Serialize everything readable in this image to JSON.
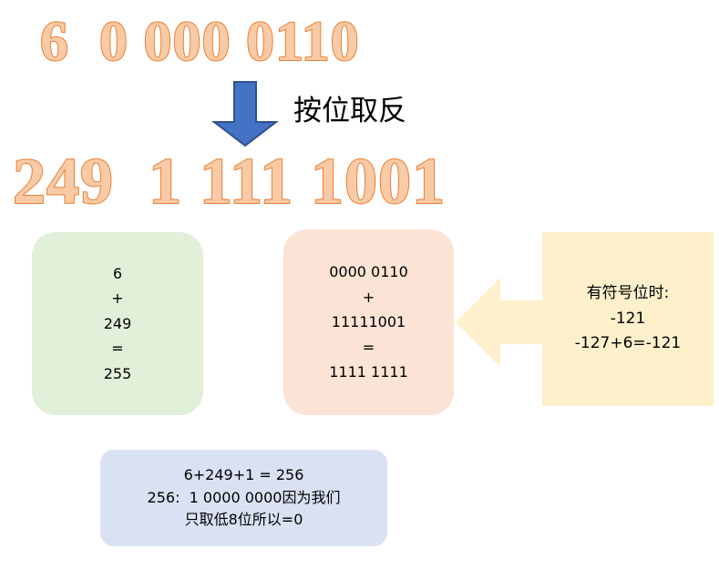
{
  "headline": {
    "original": "6  0 000 0110",
    "inverted": "249  1 111 1001",
    "fill_color": "#F8CBA6",
    "outline_color": "#ED7D31"
  },
  "invert_step": {
    "arrow_icon": "down-arrow-icon",
    "arrow_color": "#4472C4",
    "caption": "按位取反"
  },
  "boxes": {
    "decimal_sum": {
      "background": "#E2EFD9",
      "lines": [
        "6",
        "+",
        "249",
        "=",
        "255"
      ]
    },
    "binary_sum": {
      "background": "#FBE3D5",
      "lines": [
        "0000 0110",
        "+",
        "11111001",
        "=",
        "1111 1111"
      ]
    },
    "signed_note": {
      "background": "#FFF0CC",
      "arrow_icon": "left-arrow-icon",
      "lines": [
        "有符号位时:",
        "-121",
        "-127+6=-121"
      ]
    },
    "overflow_note": {
      "background": "#D9E1F2",
      "lines": [
        "6+249+1 = 256",
        "256:  1 0000 0000因为我们",
        "只取低8位所以=0"
      ]
    }
  }
}
